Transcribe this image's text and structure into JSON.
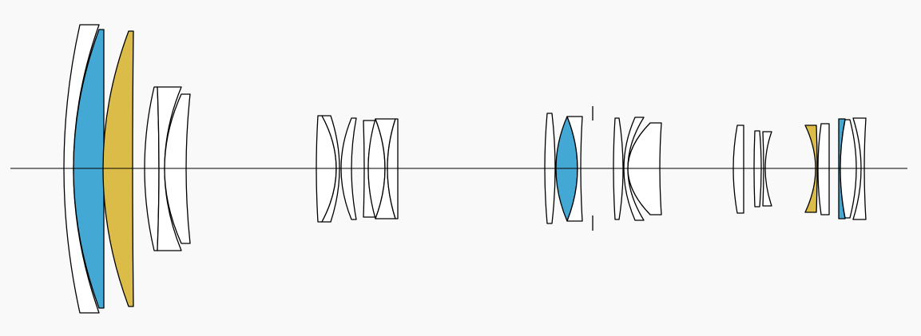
{
  "diagram": {
    "type": "optical-lens-layout",
    "colors": {
      "background": "#f9f9f9",
      "lens_plain": "#ffffff",
      "lens_blue": "#43a8d4",
      "lens_yellow": "#dcbc48",
      "outline": "#000000"
    },
    "groups": [
      {
        "name": "front-group",
        "elements": [
          "plain",
          "blue",
          "yellow",
          "plain",
          "plain",
          "plain"
        ]
      },
      {
        "name": "second-group",
        "elements": [
          "plain",
          "plain",
          "plain",
          "plain",
          "plain",
          "plain",
          "plain"
        ]
      },
      {
        "name": "third-group",
        "elements": [
          "plain",
          "blue",
          "plain",
          "plain",
          "plain",
          "plain"
        ]
      },
      {
        "name": "rear-group",
        "elements": [
          "plain",
          "plain",
          "plain",
          "yellow",
          "plain",
          "blue",
          "plain",
          "plain"
        ]
      }
    ]
  }
}
